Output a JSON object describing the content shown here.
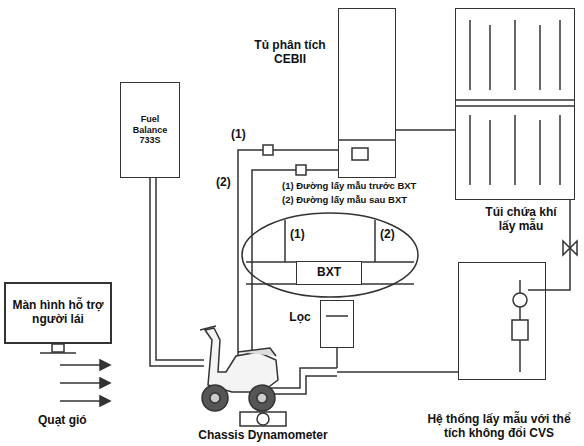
{
  "diagram": {
    "nodes": [
      {
        "text": [
          "Màn hình hỗ trợ người lái"
        ]
      },
      {
        "text": [
          "Fuel Balance 733S"
        ]
      },
      {
        "text": [
          "Tủ phân tích CEBII"
        ]
      },
      {
        "text": [
          "Túi chứa khí lấy mẫu"
        ]
      },
      {
        "text": [
          "BXT"
        ]
      },
      {
        "text": [
          "Hệ thống lấy mẫu với thể tích không đổi CVS"
        ]
      },
      {
        "text": [
          "Lọc"
        ]
      }
    ],
    "edges": [
      {
        "from": 6,
        "to": 5,
        "arrow": "none"
      },
      {
        "from": 5,
        "to": 3,
        "arrow": "none"
      },
      {
        "from": 2,
        "to": 3,
        "arrow": "none"
      }
    ],
    "labels": [
      "Quạt gió",
      "(1)",
      "(2)",
      "(1) Đường lấy mẫu trước BXT",
      "(2) Đường lấy mẫu sau BXT",
      "(1)",
      "(2)",
      "Chassis Dynamometer"
    ]
  }
}
